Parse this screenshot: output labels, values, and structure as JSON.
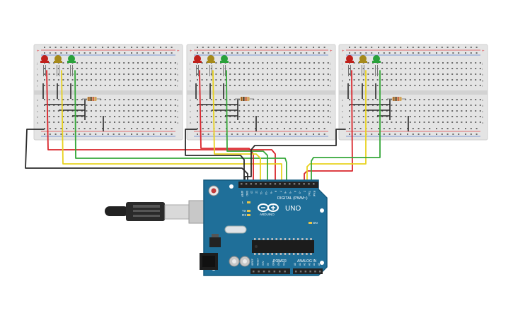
{
  "breadboards": [
    {
      "id": "bb1",
      "leds": [
        "red",
        "yellow",
        "green"
      ]
    },
    {
      "id": "bb2",
      "leds": [
        "red",
        "yellow",
        "green"
      ]
    },
    {
      "id": "bb3",
      "leds": [
        "red",
        "yellow",
        "green"
      ]
    }
  ],
  "breadboard_labels": {
    "rows_top": [
      "j",
      "i",
      "h",
      "g",
      "f"
    ],
    "rows_bottom": [
      "e",
      "d",
      "c",
      "b",
      "a"
    ],
    "plus": "+",
    "minus": "−"
  },
  "arduino": {
    "brand": "ARDUINO",
    "model": "UNO",
    "digital_label": "DIGITAL (PWM~)",
    "power_label": "POWER",
    "analog_label": "ANALOG IN",
    "tx": "TX",
    "rx": "RX",
    "l_led": "L",
    "on_led": "ON",
    "top_pins": [
      "AREF",
      "GND",
      "13",
      "12",
      "~11",
      "~10",
      "~9",
      "8",
      "7",
      "~6",
      "~5",
      "4",
      "~3",
      "2",
      "TX▸1",
      "RX◂0"
    ],
    "power_pins": [
      "IOREF",
      "RESET",
      "3.3V",
      "5V",
      "GND",
      "GND",
      "Vin"
    ],
    "analog_pins": [
      "A0",
      "A1",
      "A2",
      "A3",
      "A4",
      "A5"
    ]
  },
  "colors": {
    "board_blue": "#1f6f99",
    "board_edge": "#155a7e",
    "breadboard": "#e4e4e4",
    "rail_red": "#e0464b",
    "rail_blue": "#5b7fd1",
    "wire_red": "#d9252b",
    "wire_yellow": "#e8d21f",
    "wire_green": "#36a83a",
    "wire_black": "#2b2b2b",
    "led_red": "#c0211b",
    "led_yellow": "#a68a1b",
    "led_green": "#2aa13a"
  }
}
